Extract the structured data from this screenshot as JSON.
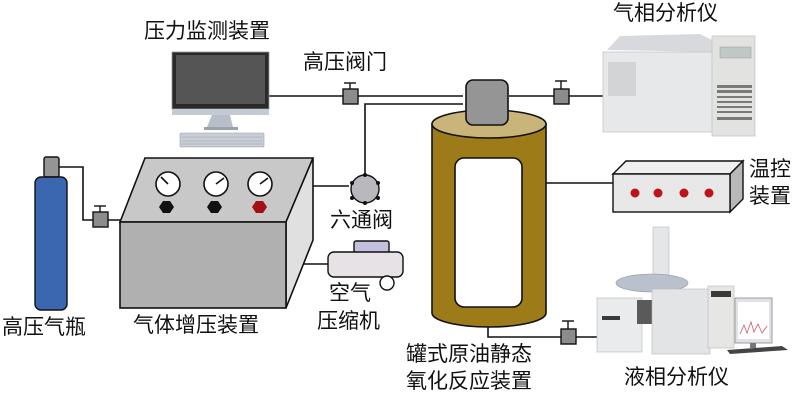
{
  "diagram": {
    "title": "",
    "labels": {
      "pressure_monitor": "压力监测装置",
      "hp_valve": "高压阀门",
      "gas_chromatograph": "气相分析仪",
      "temp_control_line1": "温控",
      "temp_control_line2": "装置",
      "six_way_valve": "六通阀",
      "air_compressor_line1": "空气",
      "air_compressor_line2": "压缩机",
      "gas_cylinder": "高压气瓶",
      "gas_booster": "气体增压装置",
      "reactor_line1": "罐式原油静态",
      "reactor_line2": "氧化反应装置",
      "liquid_chromatograph": "液相分析仪"
    },
    "components": [
      {
        "id": "gas_cylinder",
        "label": "高压气瓶",
        "color": "#3a67b0"
      },
      {
        "id": "gas_booster",
        "label": "气体增压装置",
        "gauges": 3,
        "indicators": [
          "#111111",
          "#111111",
          "#a30f12"
        ]
      },
      {
        "id": "pressure_monitor",
        "label": "压力监测装置"
      },
      {
        "id": "six_way_valve",
        "label": "六通阀"
      },
      {
        "id": "air_compressor",
        "label": "空气压缩机"
      },
      {
        "id": "reactor",
        "label": "罐式原油静态氧化反应装置",
        "color": "#9c7b18",
        "top_color": "#c9b57a"
      },
      {
        "id": "gas_chromatograph",
        "label": "气相分析仪"
      },
      {
        "id": "temp_control",
        "label": "温控装置",
        "lights": 4,
        "light_color": "#c0121a"
      },
      {
        "id": "liquid_chromatograph",
        "label": "液相分析仪"
      }
    ],
    "valves": [
      {
        "id": "valve-cylinder",
        "between": [
          "gas_cylinder",
          "gas_booster"
        ]
      },
      {
        "id": "valve-monitor",
        "between": [
          "pressure_monitor",
          "reactor"
        ],
        "label": "高压阀门"
      },
      {
        "id": "valve-gc",
        "between": [
          "reactor",
          "gas_chromatograph"
        ]
      },
      {
        "id": "valve-lc",
        "between": [
          "reactor",
          "liquid_chromatograph"
        ]
      }
    ],
    "colors": {
      "line": "#111111",
      "valve": "#8c8c8c",
      "booster_front": "#b0b0b0",
      "booster_top": "#c8c8c8",
      "booster_side": "#e0e0e0",
      "cap": "#959595"
    }
  }
}
